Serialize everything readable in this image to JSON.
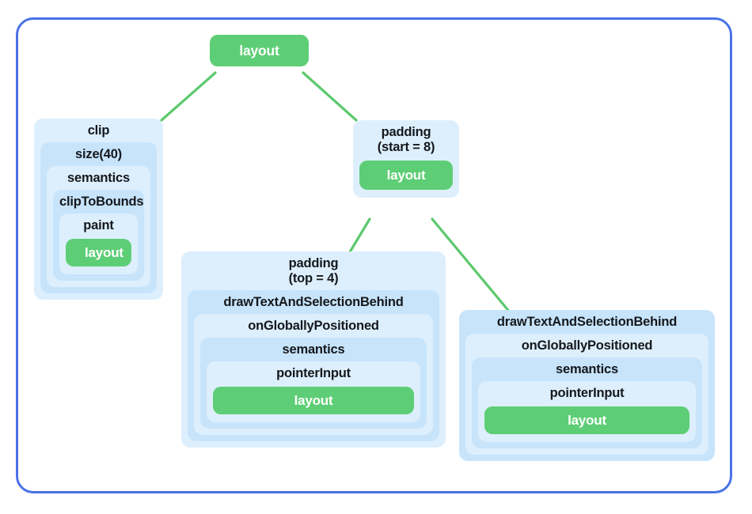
{
  "diagram": {
    "title": "compose-modifier-layout-tree",
    "frame_color": "#4a72e8",
    "edge_color": "#5cc96d",
    "terminal_color": "#5ece76",
    "shade_a": "#c7e4fb",
    "shade_b": "#ddeffd",
    "background": "#ffffff"
  },
  "root": {
    "label": "layout"
  },
  "clip_branch": {
    "labels": {
      "clip": "clip",
      "size": "size(40)",
      "semantics": "semantics",
      "clip_to_bounds": "clipToBounds",
      "paint": "paint",
      "layout": "layout"
    }
  },
  "padding_start_branch": {
    "labels": {
      "padding": "padding\n(start = 8)",
      "layout": "layout"
    }
  },
  "padding_top_branch": {
    "labels": {
      "padding": "padding\n(top = 4)",
      "draw_text": "drawTextAndSelectionBehind",
      "on_globally_positioned": "onGloballyPositioned",
      "semantics": "semantics",
      "pointer_input": "pointerInput",
      "layout": "layout"
    }
  },
  "draw_branch": {
    "labels": {
      "draw_text": "drawTextAndSelectionBehind",
      "on_globally_positioned": "onGloballyPositioned",
      "semantics": "semantics",
      "pointer_input": "pointerInput",
      "layout": "layout"
    }
  },
  "edges": [
    {
      "name": "root-to-clip",
      "from": "root",
      "to": "clip"
    },
    {
      "name": "root-to-padding-start",
      "from": "root",
      "to": "padding-start"
    },
    {
      "name": "padding-start-to-padding-top",
      "from": "padding-start",
      "to": "padding-top"
    },
    {
      "name": "padding-start-to-draw",
      "from": "padding-start",
      "to": "draw"
    }
  ]
}
